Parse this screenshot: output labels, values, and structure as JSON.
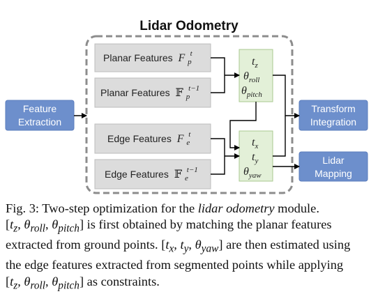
{
  "diagram": {
    "title": "Lidar Odometry",
    "inputs": {
      "feature_extraction": [
        "Feature",
        "Extraction"
      ]
    },
    "features": {
      "planar_current": {
        "label": "Planar Features",
        "sym": "F",
        "sub": "p",
        "sup": "t"
      },
      "planar_map": {
        "label": "Planar Features",
        "sym": "𝔽",
        "sub": "p",
        "sup": "t−1"
      },
      "edge_current": {
        "label": "Edge Features",
        "sym": "F",
        "sub": "e",
        "sup": "t"
      },
      "edge_map": {
        "label": "Edge Features",
        "sym": "𝔽",
        "sub": "e",
        "sup": "t−1"
      }
    },
    "optim_step1": {
      "tz": {
        "sym": "t",
        "sub": "z"
      },
      "roll": {
        "sym": "θ",
        "sub": "roll"
      },
      "pitch": {
        "sym": "θ",
        "sub": "pitch"
      }
    },
    "optim_step2": {
      "tx": {
        "sym": "t",
        "sub": "x"
      },
      "ty": {
        "sym": "t",
        "sub": "y"
      },
      "yaw": {
        "sym": "θ",
        "sub": "yaw"
      }
    },
    "outputs": {
      "transform_integration": [
        "Transform",
        "Integration"
      ],
      "lidar_mapping": [
        "Lidar",
        "Mapping"
      ]
    },
    "colors": {
      "blue_box": "#6d8fcc",
      "gray_box": "#dcdcdc",
      "green_box": "#e3f0d8",
      "dashed_border": "#8c8c8c"
    }
  },
  "caption": {
    "l1_a": "Fig. 3: Two-step optimization for the ",
    "l1_em": "lidar odometry",
    "l1_b": " module.",
    "l2_a": " is first obtained by matching the planar features",
    "l3": "extracted from ground points. ",
    "l3_b": " are then estimated using",
    "l4": "the edge features extracted from segmented points while applying",
    "l5_b": " as constraints.",
    "tz": "t",
    "tz_sub": "z",
    "theta": "θ",
    "roll": "roll",
    "pitch": "pitch",
    "tx": "t",
    "tx_sub": "x",
    "ty": "t",
    "ty_sub": "y",
    "yaw": "yaw"
  }
}
